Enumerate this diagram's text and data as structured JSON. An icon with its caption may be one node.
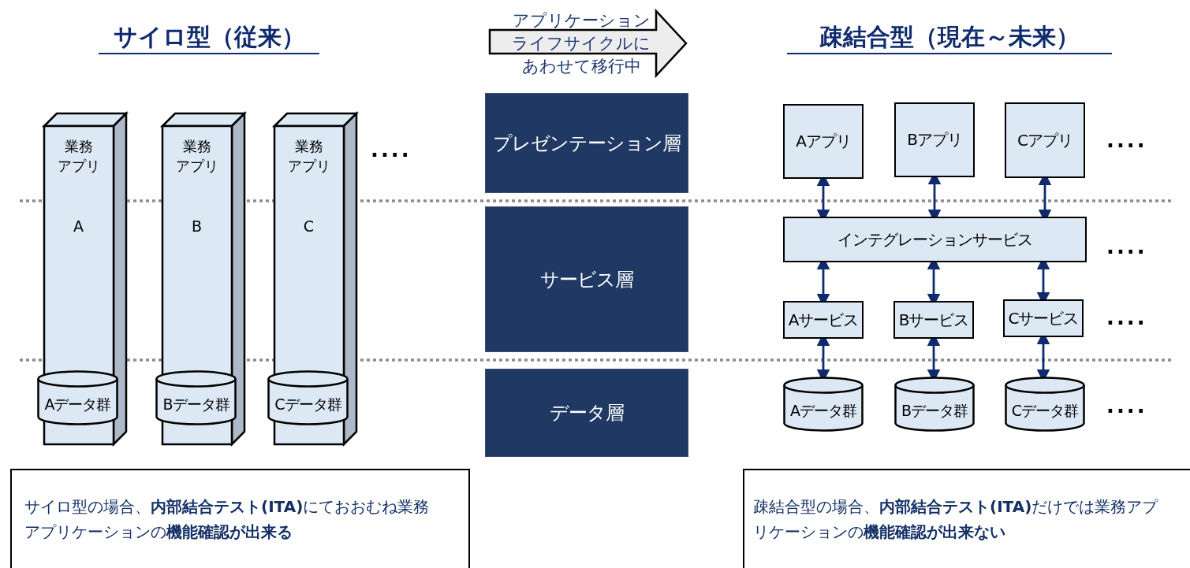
{
  "diagram": {
    "nodes": [
      {
        "text": [
          "業務アプリ",
          "A"
        ]
      },
      {
        "text": [
          "Aデータ群"
        ],
        "in": 0
      },
      {
        "text": [
          "業務アプリ",
          "B"
        ]
      },
      {
        "text": [
          "Bデータ群"
        ],
        "in": 2
      },
      {
        "text": [
          "業務アプリ",
          "C"
        ]
      },
      {
        "text": [
          "Cデータ群"
        ],
        "in": 4
      },
      {
        "text": [
          "アプリケーションライフサイクルにあわせて移行中"
        ]
      },
      {
        "text": [
          "プレゼンテーション層"
        ]
      },
      {
        "text": [
          "サービス層"
        ]
      },
      {
        "text": [
          "データ層"
        ]
      },
      {
        "text": [
          "Aアプリ"
        ]
      },
      {
        "text": [
          "Bアプリ"
        ]
      },
      {
        "text": [
          "Cアプリ"
        ]
      },
      {
        "text": [
          "インテグレーションサービス"
        ]
      },
      {
        "text": [
          "Aサービス"
        ]
      },
      {
        "text": [
          "Bサービス"
        ]
      },
      {
        "text": [
          "Cサービス"
        ]
      },
      {
        "text": [
          "Aデータ群"
        ]
      },
      {
        "text": [
          "Bデータ群"
        ]
      },
      {
        "text": [
          "Cデータ群"
        ]
      },
      {
        "text": [
          "サイロ型の場合、**内部結合テスト(ITA)**にておおむね業務アプリケーションの**機能確認が出来る**"
        ]
      },
      {
        "text": [
          "疎結合型の場合、**内部結合テスト(ITA)**だけでは業務アプリケーションの**機能確認が出来ない**"
        ]
      }
    ],
    "edges": [
      {
        "from": 10,
        "to": 13,
        "arrow": "both"
      },
      {
        "from": 11,
        "to": 13,
        "arrow": "both"
      },
      {
        "from": 12,
        "to": 13,
        "arrow": "both"
      },
      {
        "from": 13,
        "to": 14,
        "arrow": "both"
      },
      {
        "from": 13,
        "to": 15,
        "arrow": "both"
      },
      {
        "from": 13,
        "to": 16,
        "arrow": "both"
      },
      {
        "from": 14,
        "to": 17,
        "arrow": "both"
      },
      {
        "from": 15,
        "to": 18,
        "arrow": "both"
      },
      {
        "from": 16,
        "to": 19,
        "arrow": "both"
      }
    ],
    "labels": [
      "サイロ型（従来）",
      "疎結合型（現在～未来）",
      "····",
      "····",
      "····",
      "····",
      "····"
    ]
  }
}
